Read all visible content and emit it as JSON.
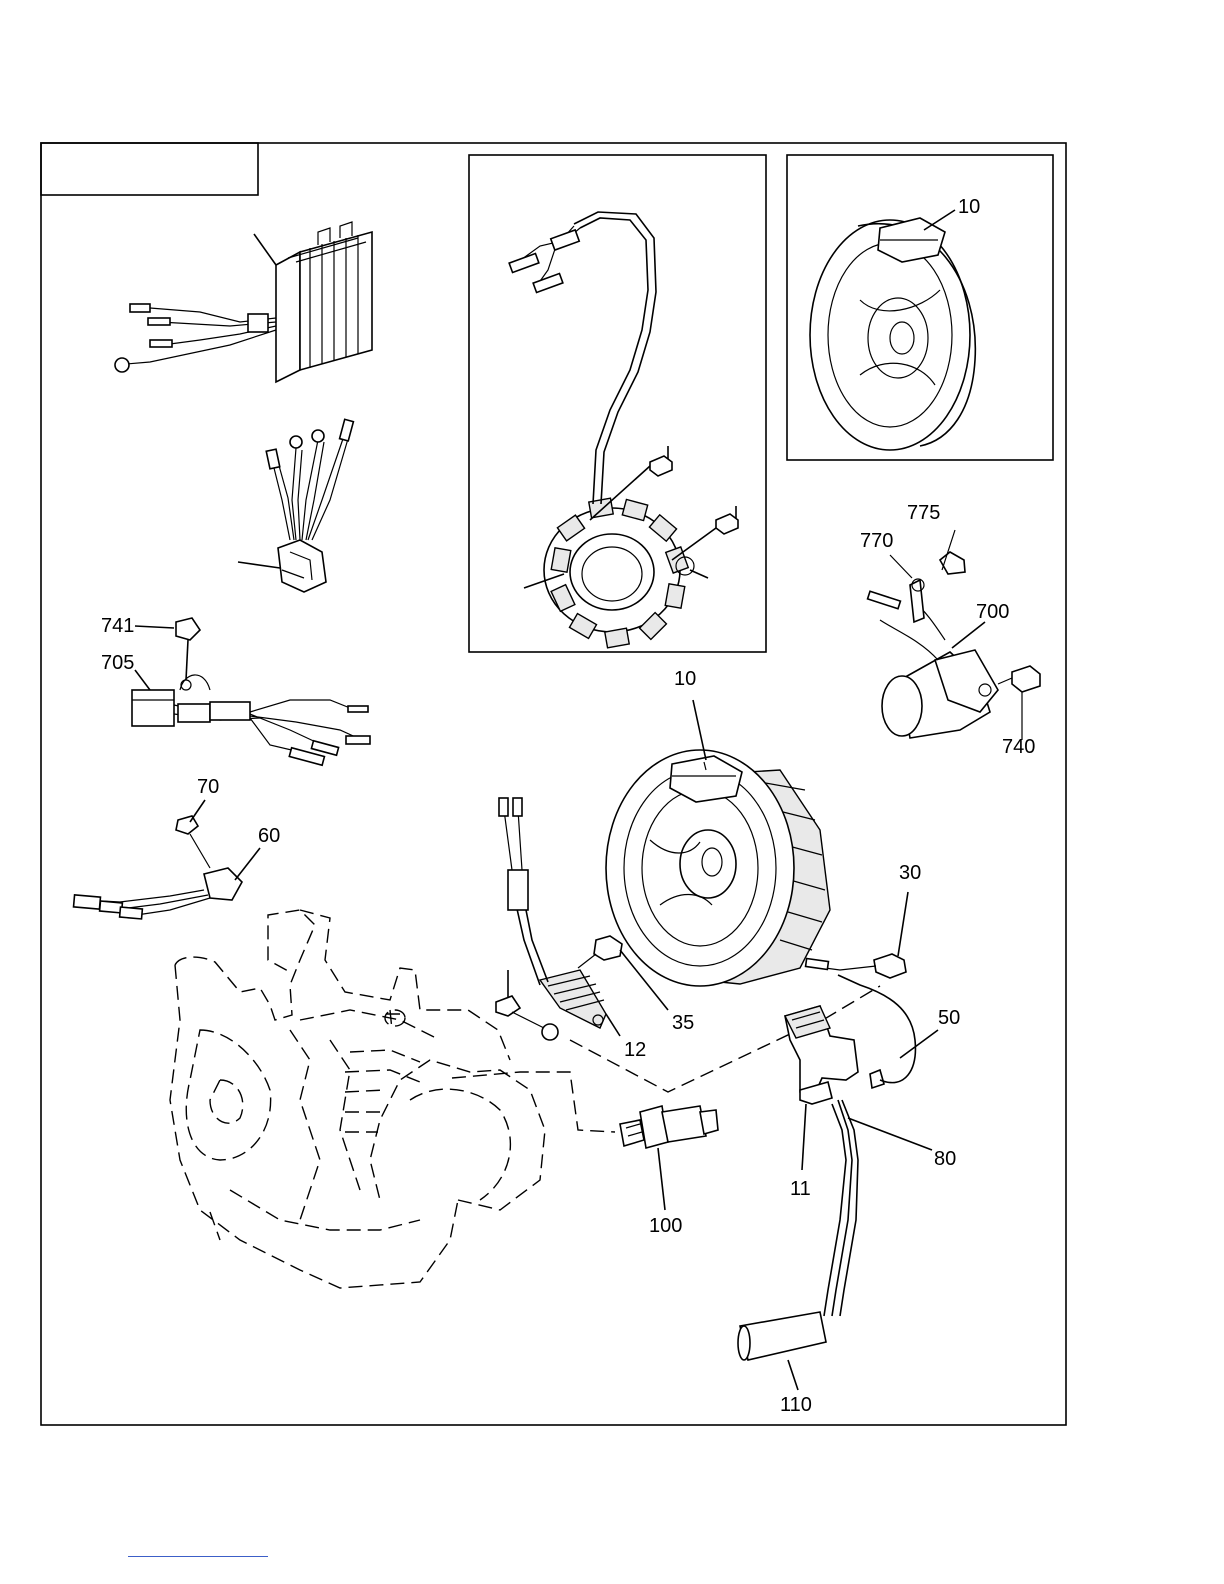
{
  "labels": {
    "l10_inset": "10",
    "l775": "775",
    "l770": "770",
    "l700": "700",
    "l740": "740",
    "l741": "741",
    "l705": "705",
    "l70": "70",
    "l60": "60",
    "l10_main": "10",
    "l30": "30",
    "l50": "50",
    "l35": "35",
    "l12": "12",
    "l80": "80",
    "l11": "11",
    "l100": "100",
    "l110": "110"
  }
}
